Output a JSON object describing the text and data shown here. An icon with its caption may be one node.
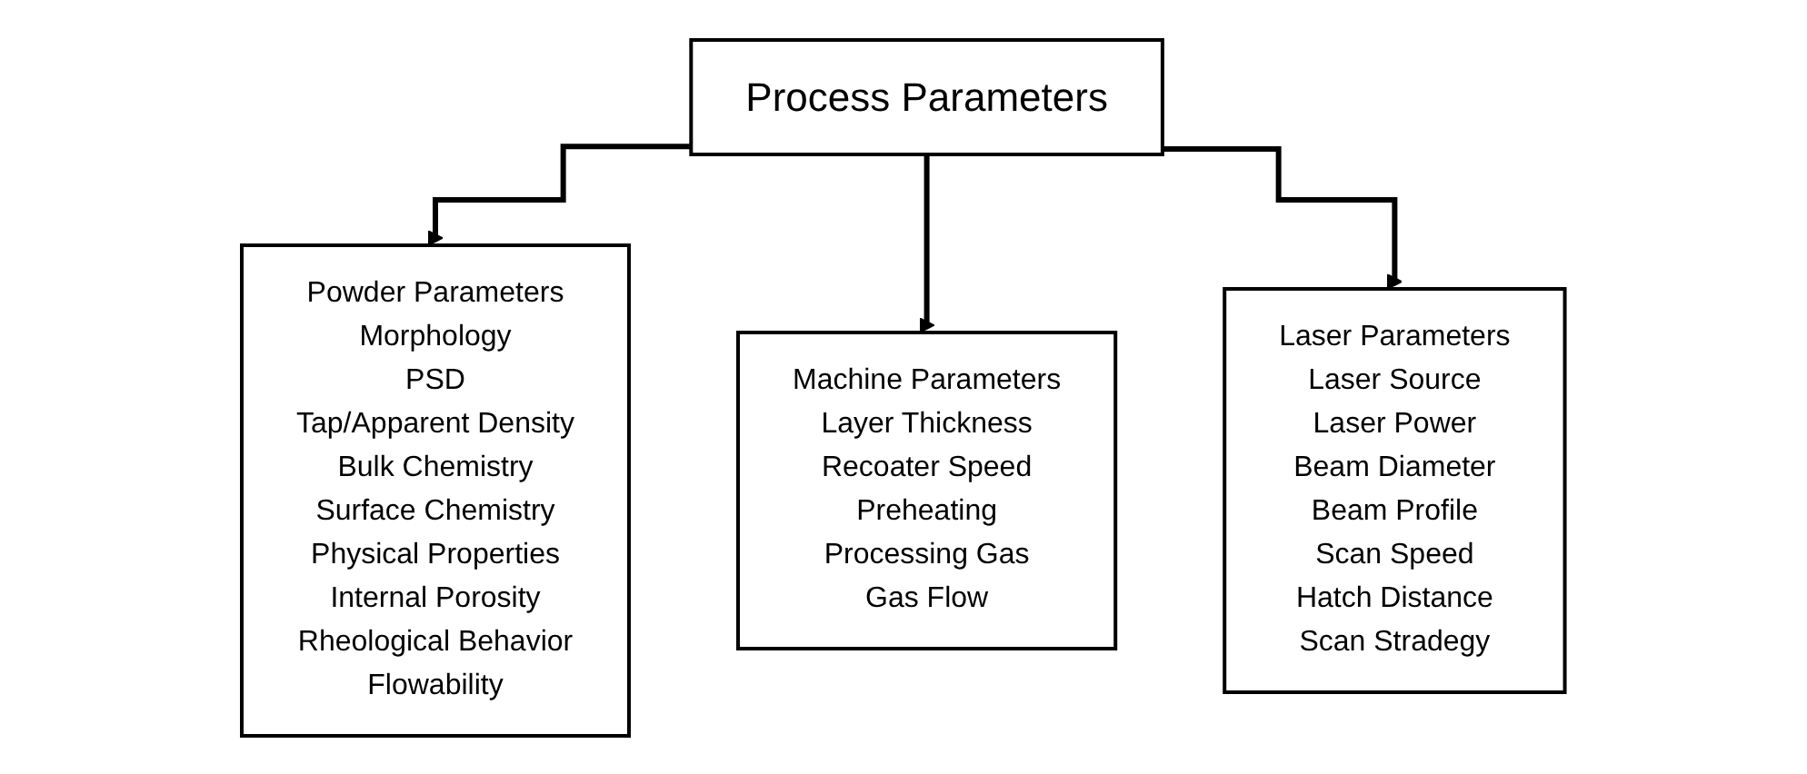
{
  "diagram": {
    "nodes": [
      {
        "text": [
          "Process Parameters"
        ]
      },
      {
        "text": [
          "Powder Parameters",
          "Morphology",
          "PSD",
          "Tap/Apparent Density",
          "Bulk Chemistry",
          "Surface Chemistry",
          "Physical Properties",
          "Internal Porosity",
          "Rheological Behavior",
          "Flowability"
        ]
      },
      {
        "text": [
          "Machine Parameters",
          "Layer Thickness",
          "Recoater Speed",
          "Preheating",
          "Processing Gas",
          "Gas Flow"
        ]
      },
      {
        "text": [
          "Laser Parameters",
          "Laser Source",
          "Laser Power",
          "Beam Diameter",
          "Beam Profile",
          "Scan Speed",
          "Hatch Distance",
          "Scan Stradegy"
        ]
      }
    ],
    "edges": [
      {
        "from": 0,
        "to": 1,
        "arrow": "to"
      },
      {
        "from": 0,
        "to": 2,
        "arrow": "to"
      },
      {
        "from": 0,
        "to": 3,
        "arrow": "to"
      }
    ]
  }
}
